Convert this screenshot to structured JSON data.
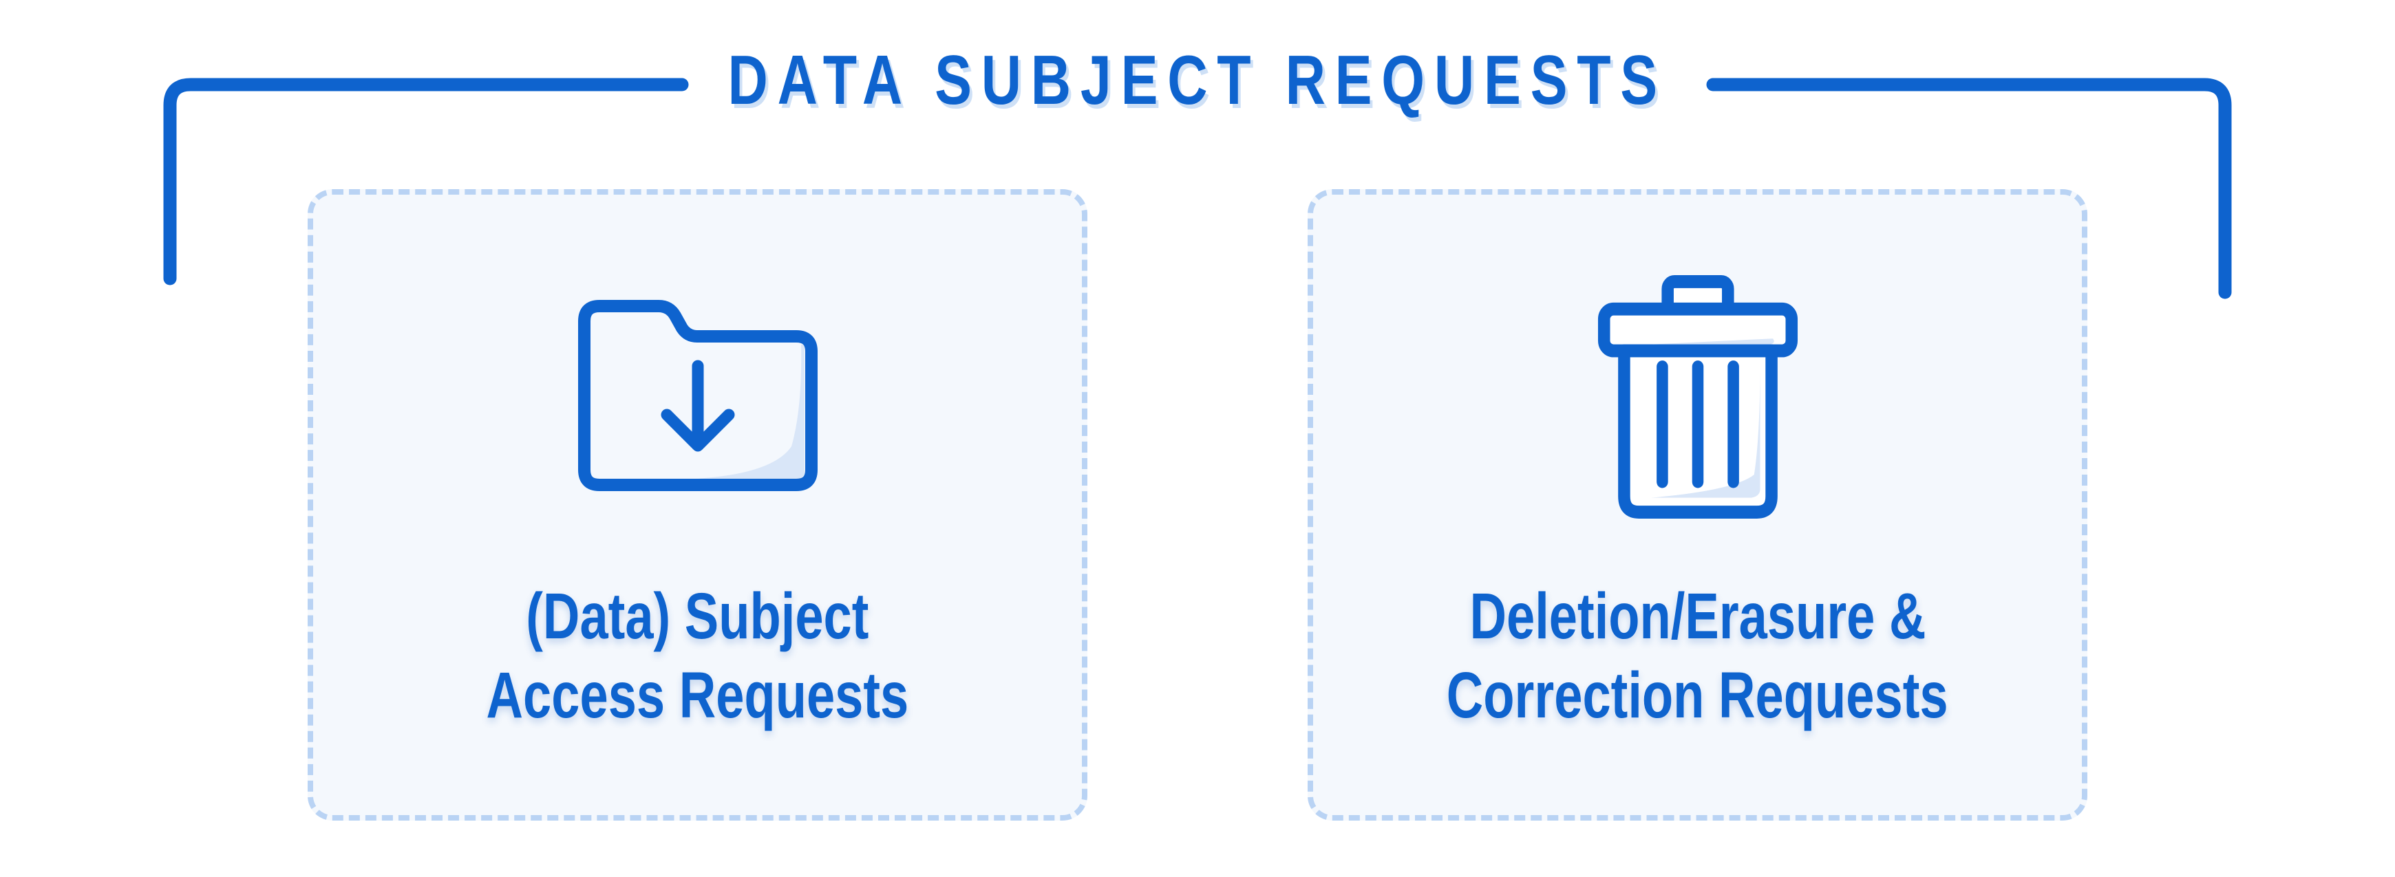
{
  "title": "DATA SUBJECT REQUESTS",
  "colors": {
    "blue": "#0E63CE",
    "card-bg": "#F4F8FD",
    "dash": "#B9D3F4",
    "accent": "#D9E6F8"
  },
  "cards": [
    {
      "icon": "folder-download-icon",
      "label_line1": "(Data) Subject",
      "label_line2": "Access Requests"
    },
    {
      "icon": "trash-icon",
      "label_line1": "Deletion/Erasure &",
      "label_line2": "Correction Requests"
    }
  ]
}
